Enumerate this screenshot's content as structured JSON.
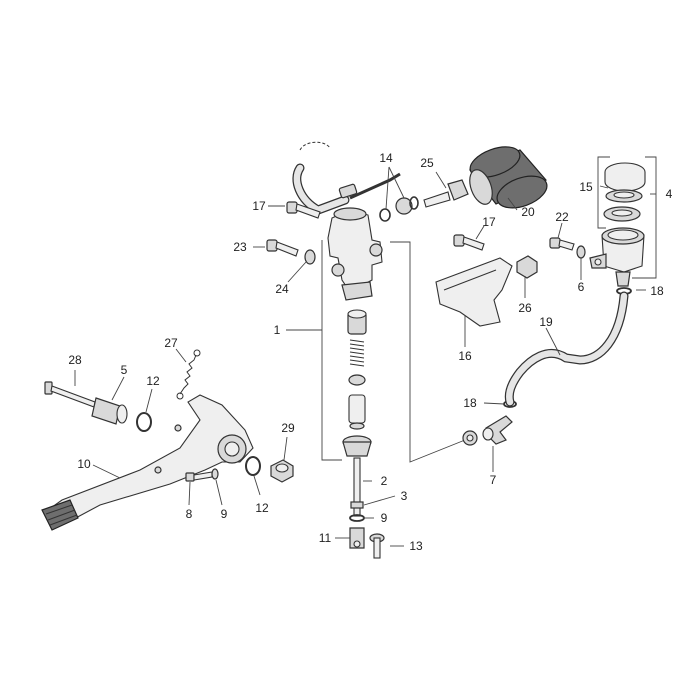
{
  "callouts": [
    "1",
    "2",
    "3",
    "4",
    "5",
    "6",
    "7",
    "8",
    "9",
    "9",
    "10",
    "11",
    "12",
    "12",
    "13",
    "14",
    "15",
    "16",
    "17",
    "17",
    "18",
    "18",
    "19",
    "20",
    "22",
    "23",
    "24",
    "25",
    "26",
    "27",
    "28",
    "29"
  ],
  "colors": {
    "ink": "#333333",
    "part_fill": "#d9d9d9",
    "dark_fill": "#6e6e6e"
  }
}
